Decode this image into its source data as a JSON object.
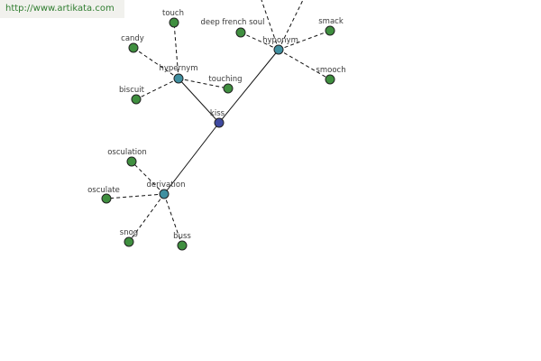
{
  "watermark": {
    "text": "http://www.artikata.com"
  },
  "colors": {
    "center": "#3f4aa0",
    "relation": "#3f8fa0",
    "leaf": "#3f8f3f"
  },
  "graph": {
    "nodes": [
      {
        "id": "kiss",
        "label": "kiss",
        "kind": "center"
      },
      {
        "id": "hypernym",
        "label": "hypernym",
        "kind": "relation"
      },
      {
        "id": "hyponym",
        "label": "hyponym",
        "kind": "relation"
      },
      {
        "id": "derivation",
        "label": "derivation",
        "kind": "relation"
      },
      {
        "id": "touch",
        "label": "touch",
        "kind": "leaf"
      },
      {
        "id": "candy",
        "label": "candy",
        "kind": "leaf"
      },
      {
        "id": "biscuit",
        "label": "biscuit",
        "kind": "leaf"
      },
      {
        "id": "touching",
        "label": "touching",
        "kind": "leaf"
      },
      {
        "id": "deep-french-soul",
        "label": "deep french soul",
        "kind": "leaf"
      },
      {
        "id": "smack",
        "label": "smack",
        "kind": "leaf"
      },
      {
        "id": "smooch",
        "label": "smooch",
        "kind": "leaf"
      },
      {
        "id": "osculation",
        "label": "osculation",
        "kind": "leaf"
      },
      {
        "id": "osculate",
        "label": "osculate",
        "kind": "leaf"
      },
      {
        "id": "snog",
        "label": "snog",
        "kind": "leaf"
      },
      {
        "id": "buss",
        "label": "buss",
        "kind": "leaf"
      }
    ],
    "edges": [
      {
        "from": "kiss",
        "to": "hypernym",
        "style": "solid"
      },
      {
        "from": "kiss",
        "to": "hyponym",
        "style": "solid"
      },
      {
        "from": "kiss",
        "to": "derivation",
        "style": "solid"
      },
      {
        "from": "hypernym",
        "to": "touch",
        "style": "dashed"
      },
      {
        "from": "hypernym",
        "to": "candy",
        "style": "dashed"
      },
      {
        "from": "hypernym",
        "to": "biscuit",
        "style": "dashed"
      },
      {
        "from": "hypernym",
        "to": "touching",
        "style": "dashed"
      },
      {
        "from": "hyponym",
        "to": "deep-french-soul",
        "style": "dashed"
      },
      {
        "from": "hyponym",
        "to": "smack",
        "style": "dashed"
      },
      {
        "from": "hyponym",
        "to": "smooch",
        "style": "dashed"
      },
      {
        "from": "derivation",
        "to": "osculation",
        "style": "dashed"
      },
      {
        "from": "derivation",
        "to": "osculate",
        "style": "dashed"
      },
      {
        "from": "derivation",
        "to": "snog",
        "style": "dashed"
      },
      {
        "from": "derivation",
        "to": "buss",
        "style": "dashed"
      }
    ]
  }
}
